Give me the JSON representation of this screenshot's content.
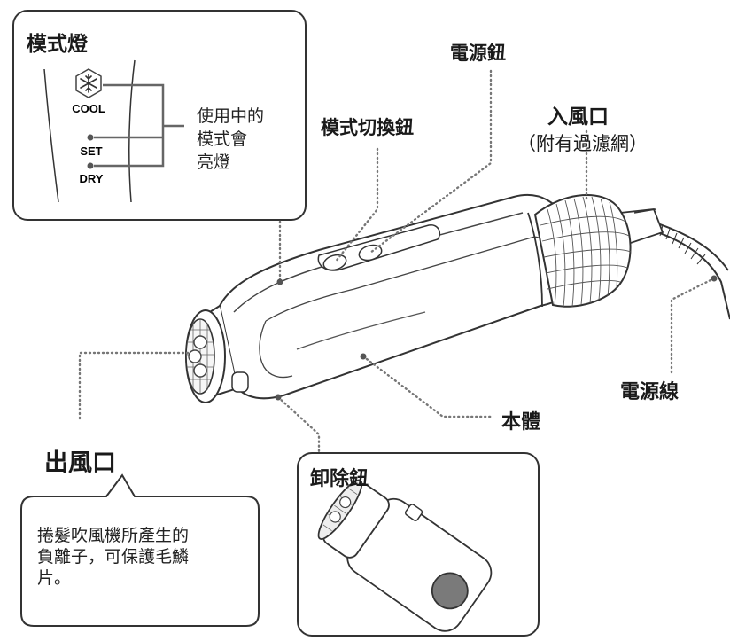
{
  "mode_light_box": {
    "title": "模式燈",
    "cool_label": "COOL",
    "set_label": "SET",
    "dry_label": "DRY",
    "description_lines": [
      "使用中的",
      "模式會",
      "亮燈"
    ]
  },
  "labels": {
    "power_button": "電源鈕",
    "mode_switch_button": "模式切換鈕",
    "air_inlet": "入風口",
    "air_inlet_note": "（附有過濾網）",
    "power_cord": "電源線",
    "body": "本體",
    "air_outlet": "出風口",
    "release_button": "卸除鈕"
  },
  "outlet_callout": {
    "lines": [
      "捲髮吹風機所產生的",
      "負離子，可保護毛鱗",
      "片。"
    ]
  },
  "icons": {
    "cool_indicator": "snowflake-icon",
    "set_indicator": "dot-icon",
    "dry_indicator": "dot-icon"
  },
  "colors": {
    "outline": "#3a3a3a",
    "leader_line": "#777777",
    "device_fill": "#ffffff",
    "text": "#1a1a1a"
  }
}
